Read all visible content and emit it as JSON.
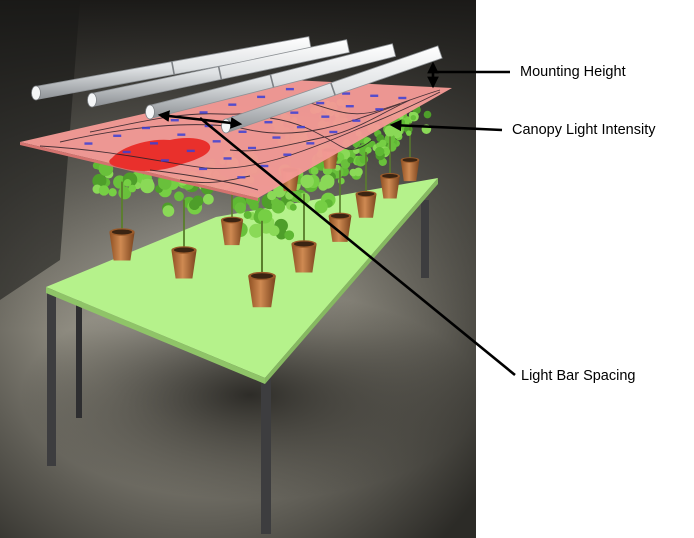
{
  "figure": {
    "labels": {
      "mounting_height": "Mounting Height",
      "canopy_light_intensity": "Canopy Light Intensity",
      "light_bar_spacing": "Light Bar Spacing"
    }
  },
  "colors": {
    "backdrop_dark": "#2c2b27",
    "backdrop_light": "#a19f95",
    "table_top": "#b5f28b",
    "table_legs": "#3d3d3f",
    "canopy_map": "#f49a96",
    "hotspot": "#e9302c",
    "contour": "#2b1f26",
    "grid_mark": "#3a3fd6",
    "light_bar": "#e6e8ea",
    "foliage": "#6cc43c",
    "pot": "#bd7540",
    "arrow": "#000000"
  }
}
